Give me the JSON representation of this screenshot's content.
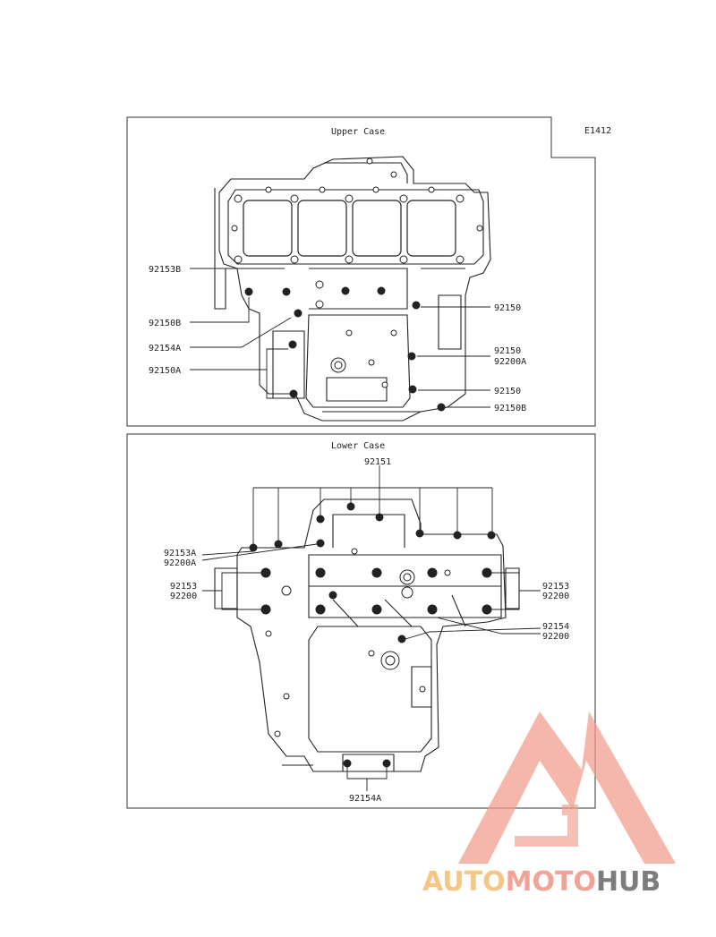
{
  "diagram_code": "E1412",
  "upper": {
    "title": "Upper Case",
    "labels": {
      "a": "92153B",
      "b": "92150B",
      "c": "92154A",
      "d": "92150A",
      "e": "92150",
      "f1": "92150",
      "f2": "92200A",
      "g": "92150",
      "h": "92150B"
    }
  },
  "lower": {
    "title": "Lower Case",
    "labels": {
      "top": "92151",
      "l1a": "92153A",
      "l1b": "92200A",
      "l2a": "92153",
      "l2b": "92200",
      "r1a": "92153",
      "r1b": "92200",
      "r2a": "92154",
      "r2b": "92200",
      "bottom": "92154A"
    }
  },
  "watermark": {
    "part1": "AUTO",
    "part2": "MOTO",
    "part3": "HUB",
    "color1": "#f5c07a",
    "color2": "#f19a8c",
    "color3": "#6e6e6e"
  }
}
